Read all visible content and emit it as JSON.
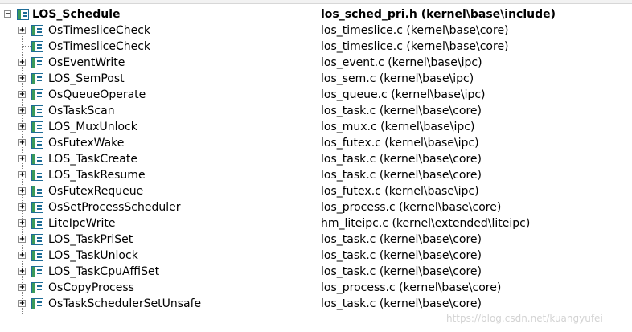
{
  "tree": {
    "root": {
      "name": "LOS_Schedule",
      "file": "los_sched_pri.h (kernel\\base\\include)"
    },
    "children": [
      {
        "name": "OsTimesliceCheck",
        "file": "los_timeslice.c (kernel\\base\\core)",
        "expandable": true
      },
      {
        "name": "OsTimesliceCheck",
        "file": "los_timeslice.c (kernel\\base\\core)",
        "expandable": false
      },
      {
        "name": "OsEventWrite",
        "file": "los_event.c (kernel\\base\\ipc)",
        "expandable": true
      },
      {
        "name": "LOS_SemPost",
        "file": "los_sem.c (kernel\\base\\ipc)",
        "expandable": true
      },
      {
        "name": "OsQueueOperate",
        "file": "los_queue.c (kernel\\base\\ipc)",
        "expandable": true
      },
      {
        "name": "OsTaskScan",
        "file": "los_task.c (kernel\\base\\core)",
        "expandable": true
      },
      {
        "name": "LOS_MuxUnlock",
        "file": "los_mux.c (kernel\\base\\ipc)",
        "expandable": true
      },
      {
        "name": "OsFutexWake",
        "file": "los_futex.c (kernel\\base\\ipc)",
        "expandable": true
      },
      {
        "name": "LOS_TaskCreate",
        "file": "los_task.c (kernel\\base\\core)",
        "expandable": true
      },
      {
        "name": "LOS_TaskResume",
        "file": "los_task.c (kernel\\base\\core)",
        "expandable": true
      },
      {
        "name": "OsFutexRequeue",
        "file": "los_futex.c (kernel\\base\\ipc)",
        "expandable": true
      },
      {
        "name": "OsSetProcessScheduler",
        "file": "los_process.c (kernel\\base\\core)",
        "expandable": true
      },
      {
        "name": "LiteIpcWrite",
        "file": "hm_liteipc.c (kernel\\extended\\liteipc)",
        "expandable": true
      },
      {
        "name": "LOS_TaskPriSet",
        "file": "los_task.c (kernel\\base\\core)",
        "expandable": true
      },
      {
        "name": "LOS_TaskUnlock",
        "file": "los_task.c (kernel\\base\\core)",
        "expandable": true
      },
      {
        "name": "LOS_TaskCpuAffiSet",
        "file": "los_task.c (kernel\\base\\core)",
        "expandable": true
      },
      {
        "name": "OsCopyProcess",
        "file": "los_process.c (kernel\\base\\core)",
        "expandable": true
      },
      {
        "name": "OsTaskSchedulerSetUnsafe",
        "file": "los_task.c (kernel\\base\\core)",
        "expandable": true
      }
    ]
  },
  "icons": {
    "expand": "plus-box-icon",
    "collapse": "minus-box-icon",
    "function": "function-icon"
  },
  "expander_glyphs": {
    "expand": "+",
    "collapse": "−"
  },
  "watermark": "https://blog.csdn.net/kuangyufei"
}
